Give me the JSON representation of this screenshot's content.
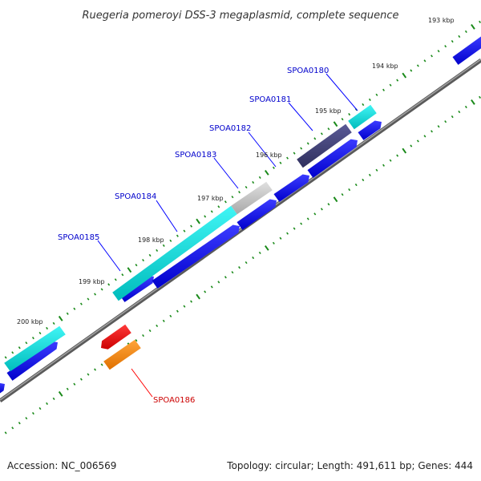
{
  "title": "Ruegeria pomeroyi DSS-3 megaplasmid, complete sequence",
  "footer": {
    "accession": "Accession: NC_006569",
    "summary": "Topology: circular; Length: 491,611 bp; Genes: 444"
  },
  "ticks": [
    {
      "label": "193 kbp"
    },
    {
      "label": "194 kbp"
    },
    {
      "label": "195 kbp"
    },
    {
      "label": "196 kbp"
    },
    {
      "label": "197 kbp"
    },
    {
      "label": "198 kbp"
    },
    {
      "label": "199 kbp"
    },
    {
      "label": "200 kbp"
    }
  ],
  "genes": [
    {
      "id": "SPOA0180",
      "color": "#0000cc"
    },
    {
      "id": "SPOA0181",
      "color": "#0000cc"
    },
    {
      "id": "SPOA0182",
      "color": "#0000cc"
    },
    {
      "id": "SPOA0183",
      "color": "#0000cc"
    },
    {
      "id": "SPOA0184",
      "color": "#0000cc"
    },
    {
      "id": "SPOA0185",
      "color": "#0000cc"
    },
    {
      "id": "SPOA0186",
      "color": "#cc0000"
    }
  ],
  "colors": {
    "cds_strand": "#0000ff",
    "cyan": "#00e5e5",
    "dark_purple": "#40407a",
    "gray": "#c0c0c0",
    "red": "#ff0000",
    "orange": "#ff8c00",
    "backbone": "#7a7a7a",
    "ticks": "#1a8a1a"
  }
}
